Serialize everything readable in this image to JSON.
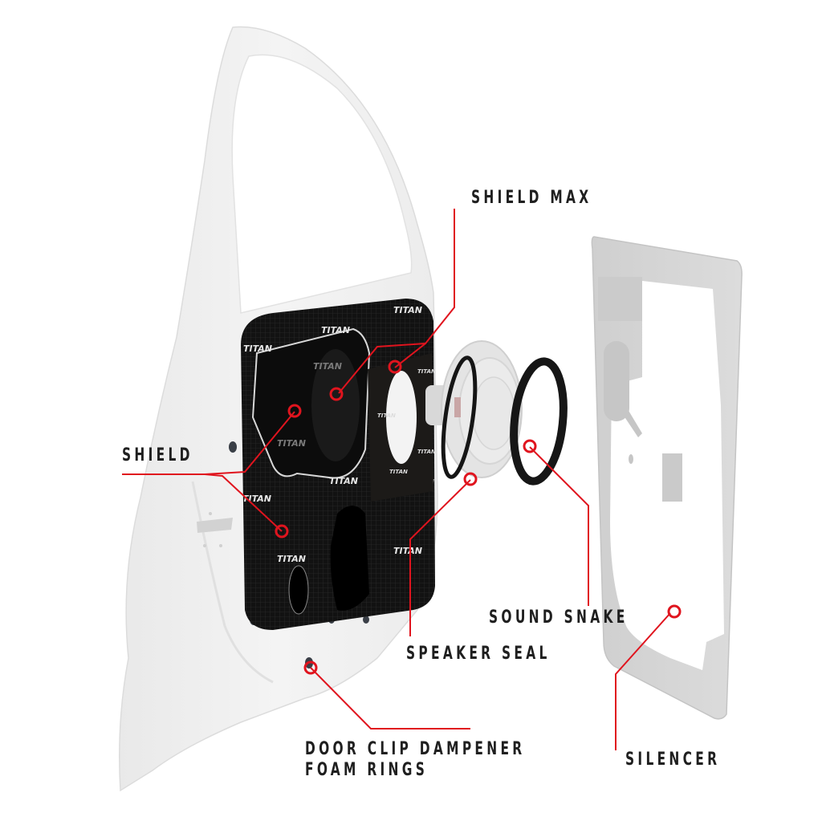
{
  "diagram": {
    "subject": "Exploded view of car door sound-deadening kit",
    "brand_mark": "TITAN",
    "colors": {
      "background": "#ffffff",
      "leader_line": "#e0141e",
      "label_text": "#1f1f1f",
      "door_body": "#eeeeee",
      "shield_black": "#111111",
      "trim_panel": "#d4d4d4"
    },
    "labels": {
      "shield_max": "SHIELD MAX",
      "shield": "SHIELD",
      "sound_snake": "SOUND SNAKE",
      "speaker_seal": "SPEAKER SEAL",
      "door_clip_line1": "DOOR CLIP DAMPENER",
      "door_clip_line2": "FOAM RINGS",
      "silencer": "SILENCER"
    },
    "components": [
      {
        "id": "door-shell",
        "name": "Car door inner shell"
      },
      {
        "id": "shield",
        "name": "Shield (black TITAN-branded mat)"
      },
      {
        "id": "shield-max",
        "name": "Shield Max (speaker area patch)"
      },
      {
        "id": "speaker",
        "name": "Speaker"
      },
      {
        "id": "speaker-seal",
        "name": "Speaker Seal ring"
      },
      {
        "id": "sound-snake",
        "name": "Sound Snake ring"
      },
      {
        "id": "trim-panel",
        "name": "Door trim panel with Silencer"
      },
      {
        "id": "clips",
        "name": "Door clip dampener foam rings"
      }
    ]
  }
}
